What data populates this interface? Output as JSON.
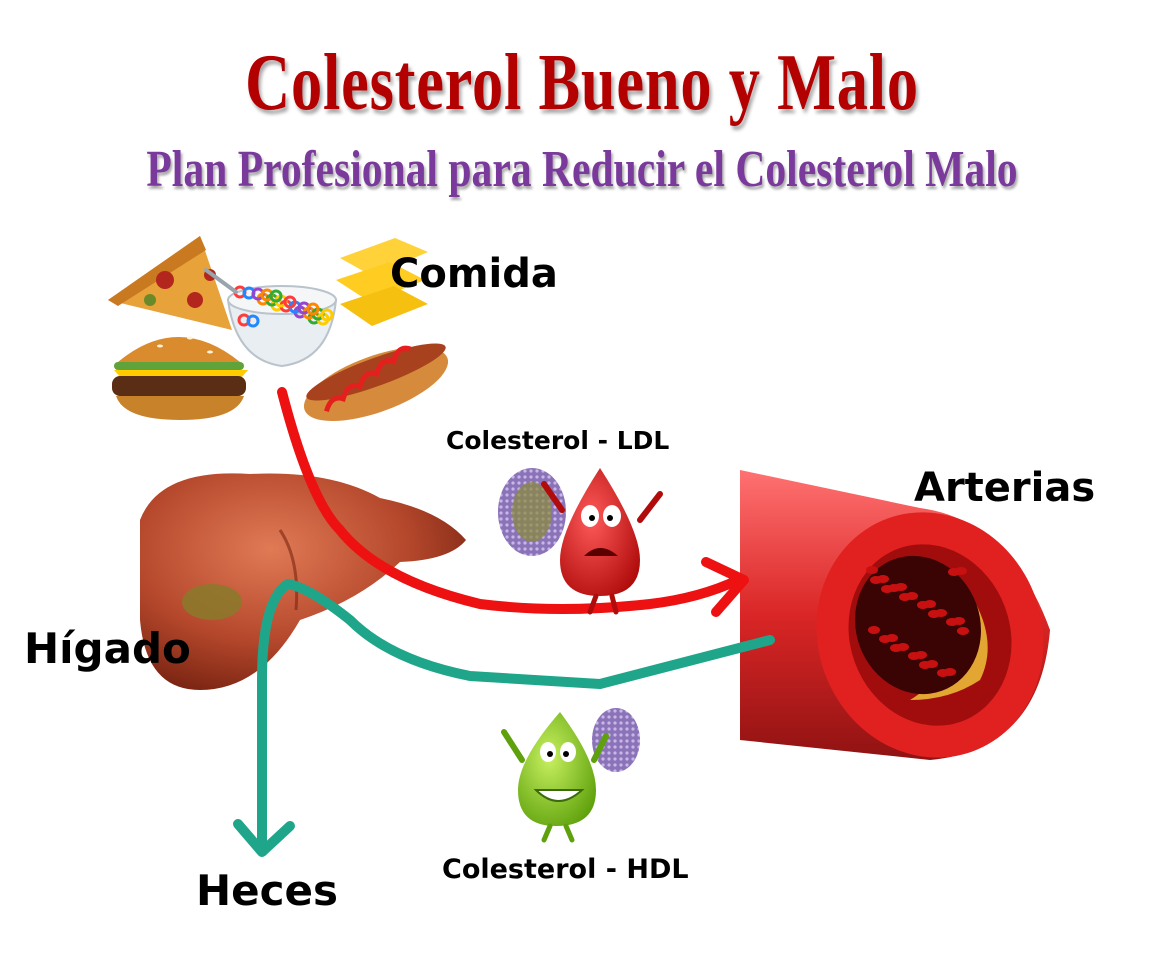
{
  "title": "Colesterol Bueno y Malo",
  "subtitle": "Plan Profesional para Reducir el Colesterol Malo",
  "labels": {
    "food": "Comida",
    "ldl": "Colesterol - LDL",
    "arteries": "Arterias",
    "liver": "Hígado",
    "hdl": "Colesterol - HDL",
    "feces": "Heces"
  },
  "colors": {
    "title": "#b30000",
    "subtitle": "#7a3a9c",
    "ldl_path": "#ee1111",
    "hdl_path": "#1fa68a",
    "artery": "#d81a1a",
    "liver": "#b5482c",
    "ldl_character": "#e01818",
    "hdl_character": "#8ccc1a"
  },
  "icons": [
    "pizza-icon",
    "cereal-bowl-icon",
    "cheese-icon",
    "burger-icon",
    "hotdog-icon",
    "liver-icon",
    "artery-icon",
    "ldl-character-icon",
    "hdl-character-icon"
  ]
}
